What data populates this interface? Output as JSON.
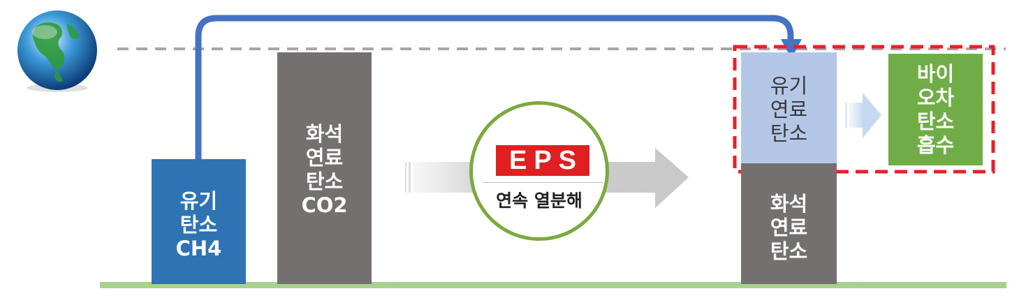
{
  "blocks": {
    "organic_ch4": "유기\n탄소\nCH4",
    "fossil_co2": "화석\n연료\n탄소\nCO2",
    "organic_right": "유기\n연료\n탄소",
    "fossil_right": "화석\n연료\n탄소",
    "bio_absorb": "바이\n오차\n탄소\n흡수"
  },
  "process": {
    "eps_label": "EPS",
    "caption": "연속 열분해"
  },
  "colors": {
    "organic_blue": "#2e74b5",
    "fossil_gray": "#747070",
    "light_blue": "#b4c7e7",
    "bio_green": "#70ad47",
    "eps_red": "#e02020",
    "circle_green": "#7aaa3c",
    "ground_green": "#a9d18e",
    "dashed_red": "#e8202a",
    "flow_arrow_blue": "#4472c4"
  },
  "icons": [
    "globe-icon"
  ]
}
